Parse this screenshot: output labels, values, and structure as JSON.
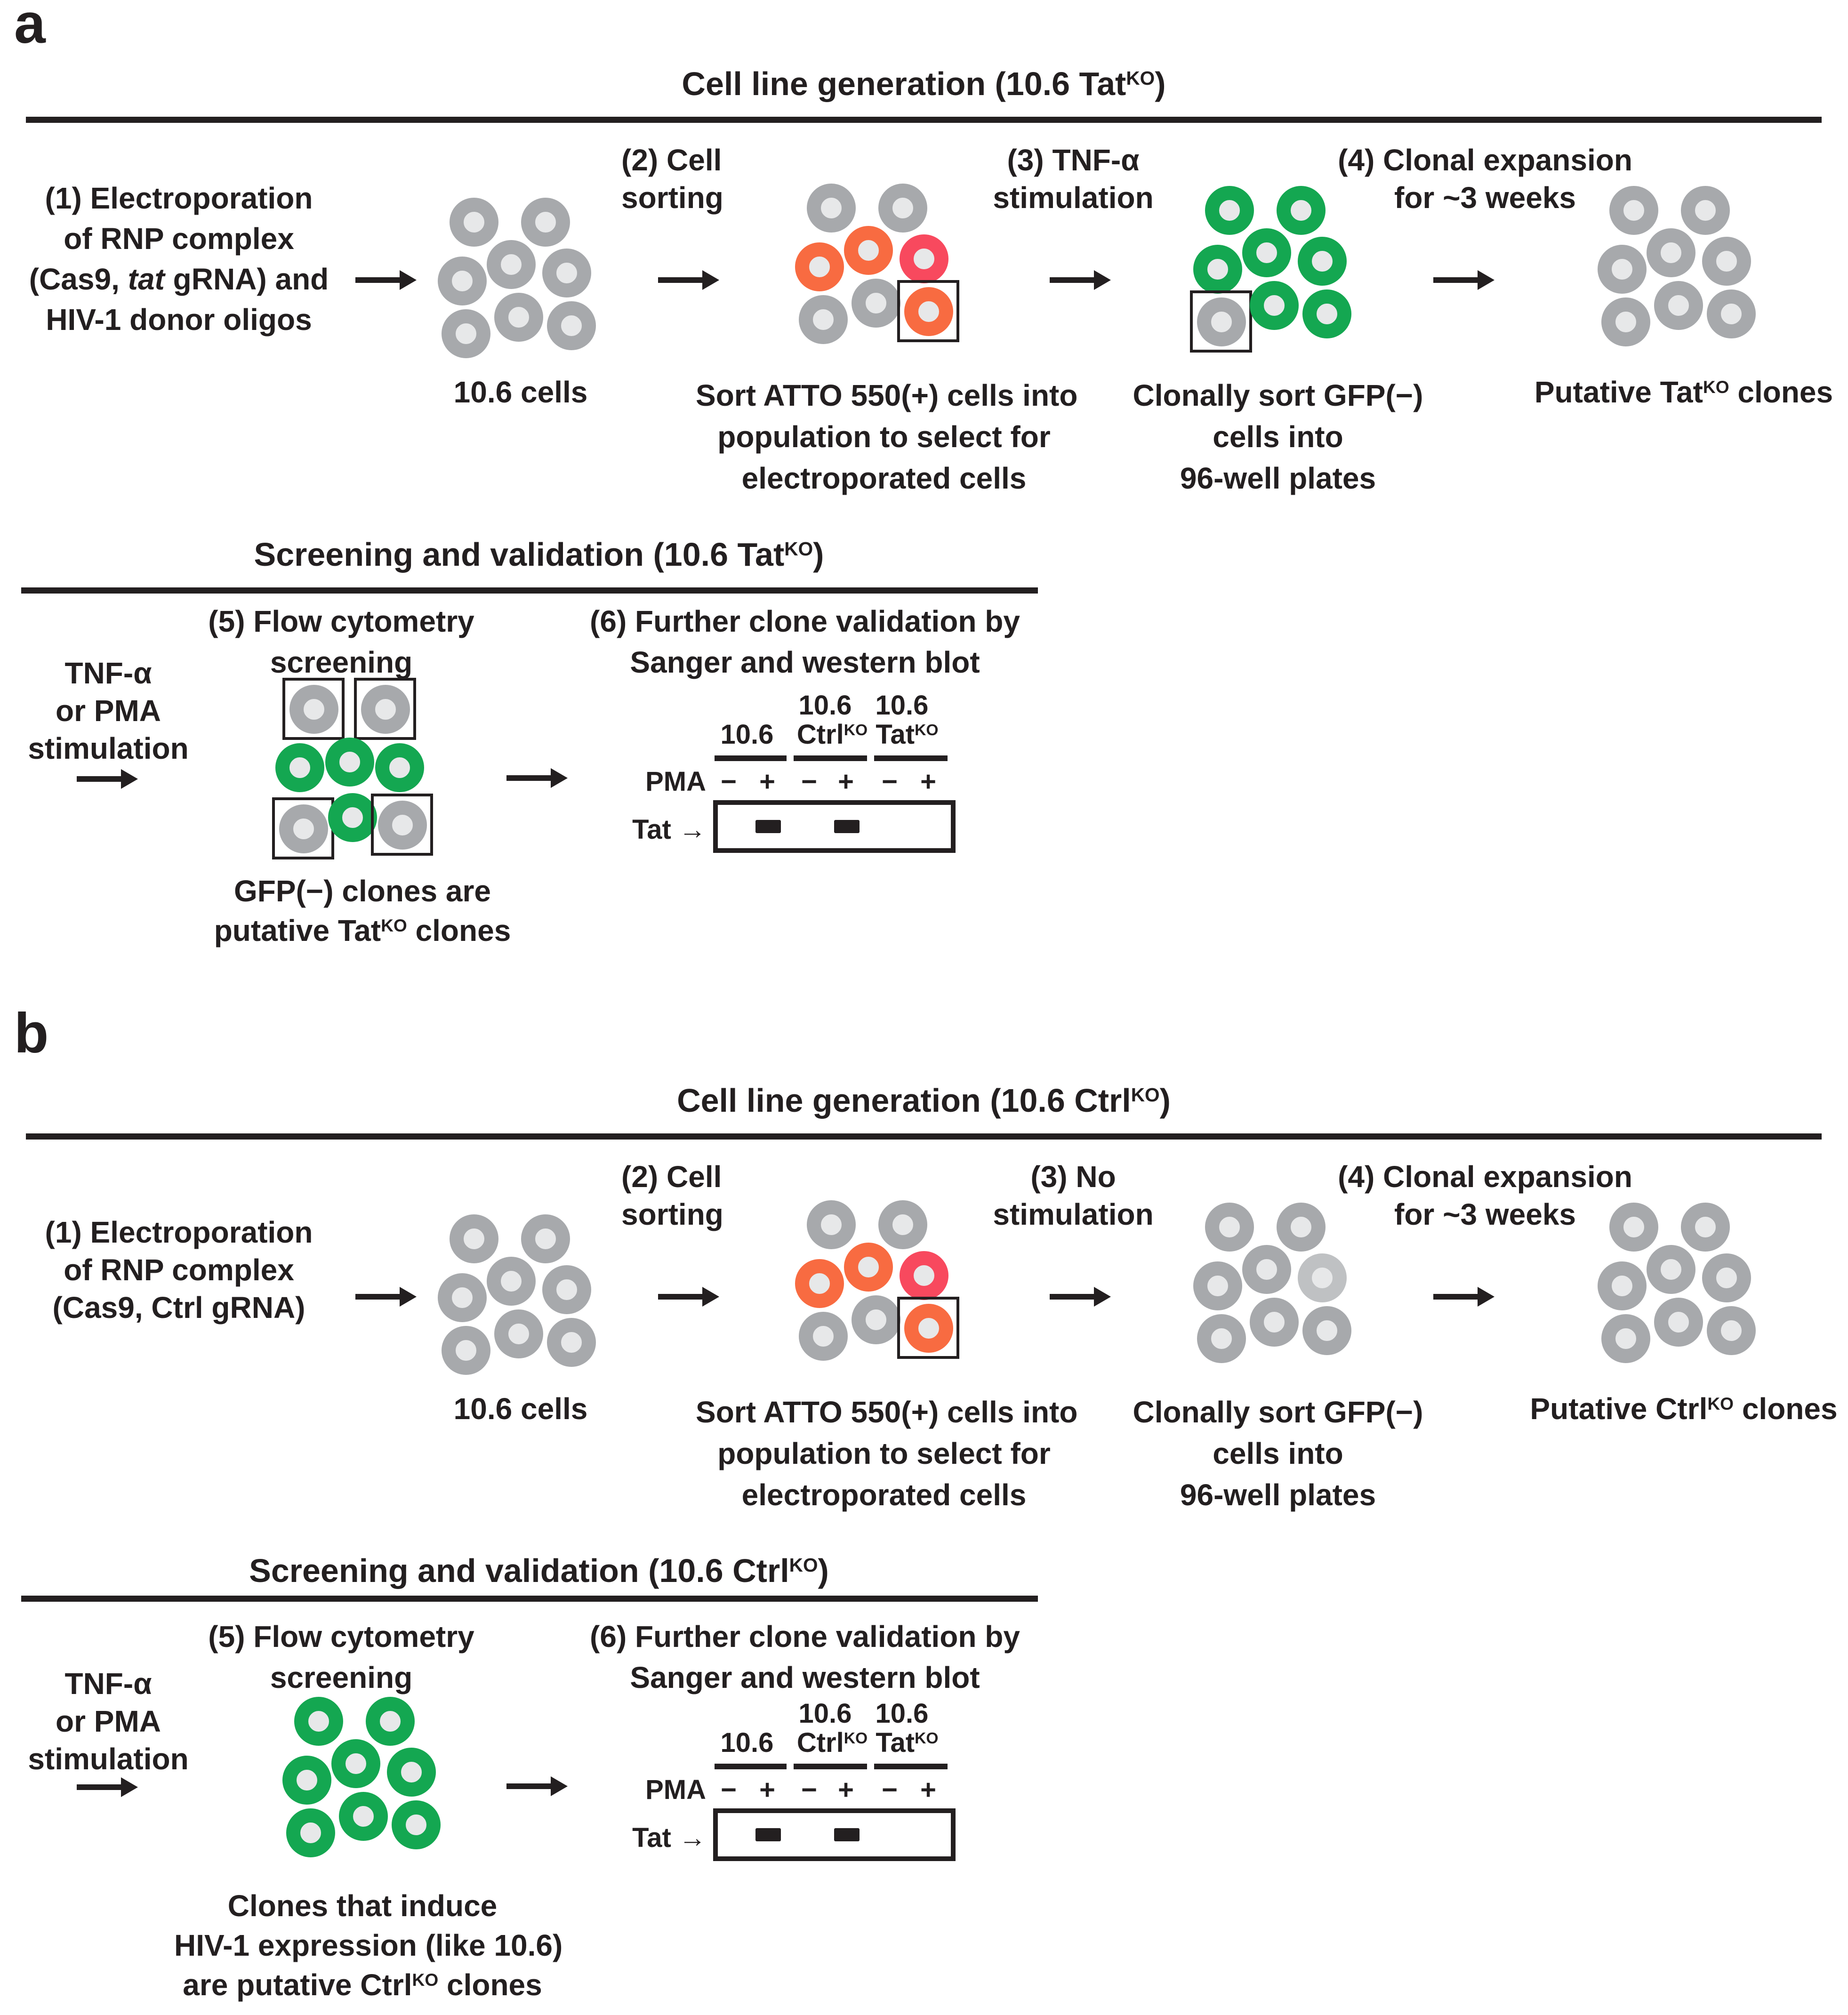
{
  "colors": {
    "ink": "#231f20",
    "gray_ring": "#a7a9ac",
    "gray_light_ring": "#bfc1c3",
    "cell_inner": "#e7e8e9",
    "orange_ring": "#f86b41",
    "red_ring": "#f8495e",
    "green_ring": "#14a751"
  },
  "shared": {
    "step2_line1": "(2) Cell",
    "step2_line2": "sorting",
    "step4_line1": "(4) Clonal expansion",
    "step4_line2": "for ~3 weeks",
    "cells_label": "10.6 cells",
    "sort_line1": "Sort ATTO 550(+) cells into",
    "sort_line2": "population to select for",
    "sort_line3": "electroporated cells",
    "clonal_line1": "Clonally sort GFP(−)",
    "clonal_line2": "cells into",
    "clonal_line3": "96-well plates",
    "step5_line1": "(5) Flow cytometry",
    "step5_line2": "screening",
    "step6_line1": "(6) Further clone validation by",
    "step6_line2": "Sanger and western blot",
    "tnf_line1": "TNF-α",
    "tnf_line2": "or PMA",
    "tnf_line3": "stimulation"
  },
  "panel_a": {
    "letter": "a",
    "gen_title_pre": "Cell line generation (10.6 Tat",
    "gen_title_sup": "KO",
    "gen_title_post": ")",
    "step1_line1": "(1) Electroporation",
    "step1_line2": "of RNP complex",
    "step1_line3_pre": "(Cas9, ",
    "step1_line3_italic": "tat",
    "step1_line3_post": " gRNA) and",
    "step1_line4": "HIV-1 donor oligos",
    "step3_line1": "(3) TNF-α",
    "step3_line2": "stimulation",
    "putative_pre": "Putative Tat",
    "putative_sup": "KO",
    "putative_post": " clones",
    "screen_title_pre": "Screening and validation (10.6 Tat",
    "screen_title_sup": "KO",
    "screen_title_post": ")",
    "result_line1": "GFP(−) clones are",
    "result_line2_pre": "putative Tat",
    "result_line2_sup": "KO",
    "result_line2_post": " clones"
  },
  "panel_b": {
    "letter": "b",
    "gen_title_pre": "Cell line generation (10.6 Ctrl",
    "gen_title_sup": "KO",
    "gen_title_post": ")",
    "step1_line1": "(1) Electroporation",
    "step1_line2": "of RNP complex",
    "step1_line3": "(Cas9, Ctrl gRNA)",
    "step3_line1": "(3) No",
    "step3_line2": "stimulation",
    "putative_pre": "Putative Ctrl",
    "putative_sup": "KO",
    "putative_post": " clones",
    "screen_title_pre": "Screening and validation (10.6 Ctrl",
    "screen_title_sup": "KO",
    "screen_title_post": ")",
    "result_line1": "Clones that induce",
    "result_line2": "HIV-1 expression (like 10.6)",
    "result_line3_pre": "are putative Ctrl",
    "result_line3_sup": "KO",
    "result_line3_post": " clones"
  },
  "blot": {
    "group1": "10.6",
    "group2_top": "10.6",
    "group2_bottom_pre": "Ctrl",
    "group2_bottom_sup": "KO",
    "group3_top": "10.6",
    "group3_bottom_pre": "Tat",
    "group3_bottom_sup": "KO",
    "pma_label": "PMA",
    "signs": [
      "−",
      "+",
      "−",
      "+",
      "−",
      "+"
    ],
    "tat_label": "Tat",
    "arrow_glyph": "→"
  },
  "clusters": {
    "a1": {
      "layout": "gen",
      "cells": [
        {
          "color": "gray"
        },
        {
          "color": "gray"
        },
        {
          "color": "gray"
        },
        {
          "color": "gray"
        },
        {
          "color": "gray"
        },
        {
          "color": "gray"
        },
        {
          "color": "gray"
        },
        {
          "color": "gray"
        }
      ]
    },
    "a2": {
      "layout": "gen",
      "cells": [
        {
          "color": "gray"
        },
        {
          "color": "gray"
        },
        {
          "color": "orange"
        },
        {
          "color": "orange"
        },
        {
          "color": "red"
        },
        {
          "color": "gray"
        },
        {
          "color": "gray"
        },
        {
          "color": "orange",
          "boxed": true
        }
      ]
    },
    "a3": {
      "layout": "gen",
      "cells": [
        {
          "color": "green"
        },
        {
          "color": "green"
        },
        {
          "color": "green"
        },
        {
          "color": "green"
        },
        {
          "color": "green"
        },
        {
          "color": "gray",
          "boxed": true
        },
        {
          "color": "green"
        },
        {
          "color": "green"
        }
      ]
    },
    "a4": {
      "layout": "gen",
      "cells": [
        {
          "color": "gray"
        },
        {
          "color": "gray"
        },
        {
          "color": "gray"
        },
        {
          "color": "gray"
        },
        {
          "color": "gray"
        },
        {
          "color": "gray"
        },
        {
          "color": "gray"
        },
        {
          "color": "gray"
        }
      ]
    },
    "a5": {
      "layout": "screen",
      "cells": [
        {
          "color": "gray",
          "boxed": true
        },
        {
          "color": "gray",
          "boxed": true
        },
        {
          "color": "green"
        },
        {
          "color": "green"
        },
        {
          "color": "green"
        },
        {
          "color": "gray",
          "boxed": true
        },
        {
          "color": "green"
        },
        {
          "color": "gray",
          "boxed": true
        }
      ]
    },
    "b1": {
      "layout": "gen",
      "cells": [
        {
          "color": "gray"
        },
        {
          "color": "gray"
        },
        {
          "color": "gray"
        },
        {
          "color": "gray"
        },
        {
          "color": "gray"
        },
        {
          "color": "gray"
        },
        {
          "color": "gray"
        },
        {
          "color": "gray"
        }
      ]
    },
    "b2": {
      "layout": "gen",
      "cells": [
        {
          "color": "gray"
        },
        {
          "color": "gray"
        },
        {
          "color": "orange"
        },
        {
          "color": "orange"
        },
        {
          "color": "red"
        },
        {
          "color": "gray"
        },
        {
          "color": "gray"
        },
        {
          "color": "orange",
          "boxed": true
        }
      ]
    },
    "b3": {
      "layout": "gen",
      "cells": [
        {
          "color": "gray"
        },
        {
          "color": "gray"
        },
        {
          "color": "gray"
        },
        {
          "color": "gray"
        },
        {
          "color": "gray_light"
        },
        {
          "color": "gray"
        },
        {
          "color": "gray"
        },
        {
          "color": "gray"
        }
      ]
    },
    "b4": {
      "layout": "gen",
      "cells": [
        {
          "color": "gray"
        },
        {
          "color": "gray"
        },
        {
          "color": "gray"
        },
        {
          "color": "gray"
        },
        {
          "color": "gray"
        },
        {
          "color": "gray"
        },
        {
          "color": "gray"
        },
        {
          "color": "gray"
        }
      ]
    },
    "b5": {
      "layout": "gen",
      "cells": [
        {
          "color": "green"
        },
        {
          "color": "green"
        },
        {
          "color": "green"
        },
        {
          "color": "green"
        },
        {
          "color": "green"
        },
        {
          "color": "green"
        },
        {
          "color": "green"
        },
        {
          "color": "green"
        }
      ]
    }
  }
}
